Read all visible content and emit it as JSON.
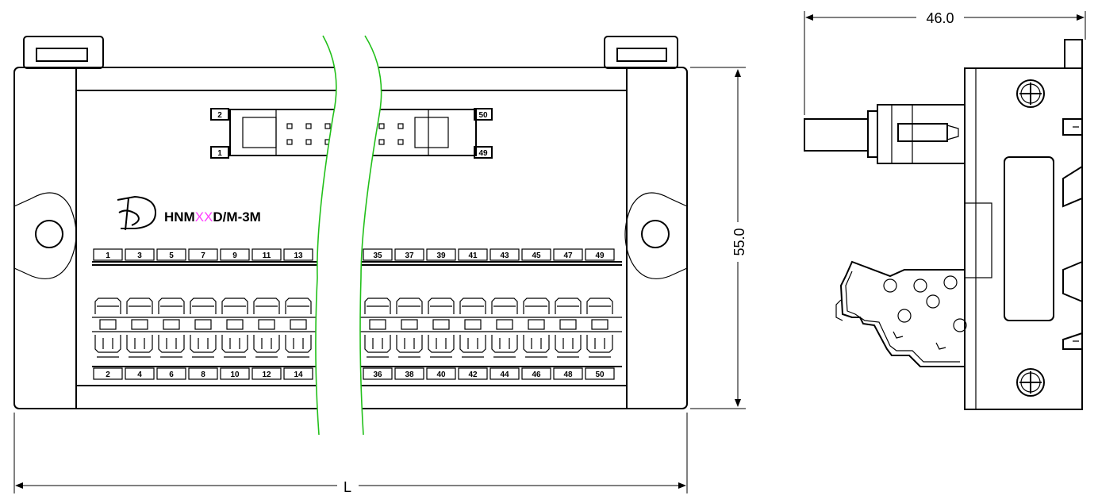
{
  "model": {
    "prefix": "HNM",
    "variable": "XX",
    "suffix": "D/M-3M",
    "variable_color": "#ff40ff"
  },
  "header_pins": {
    "top_left": "2",
    "bottom_left": "1",
    "top_right": "50",
    "bottom_right": "49"
  },
  "terminals": {
    "top_row": [
      "1",
      "3",
      "5",
      "7",
      "9",
      "11",
      "13",
      "35",
      "37",
      "39",
      "41",
      "43",
      "45",
      "47",
      "49"
    ],
    "bottom_row": [
      "2",
      "4",
      "6",
      "8",
      "10",
      "12",
      "14",
      "36",
      "38",
      "40",
      "42",
      "44",
      "46",
      "48",
      "50"
    ]
  },
  "dimensions": {
    "width": "46.0",
    "height": "55.0",
    "length": "L"
  },
  "colors": {
    "break_line": "#22c01a",
    "line": "#000000",
    "magenta": "#ff40ff"
  },
  "icons": {
    "logo": "company-logo-icon",
    "screw": "screw-icon"
  }
}
